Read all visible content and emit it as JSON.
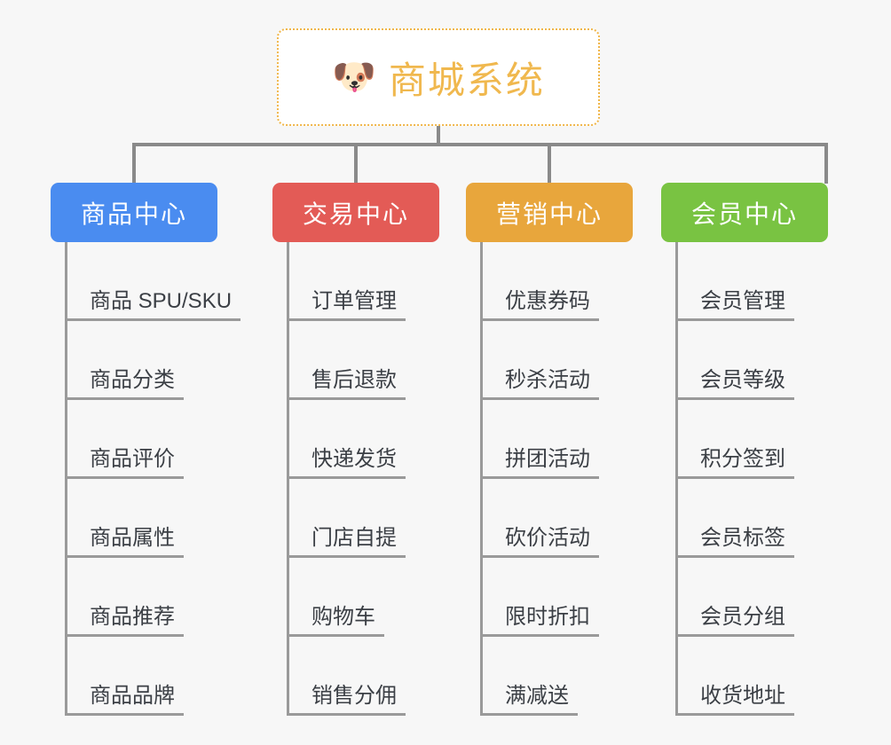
{
  "root": {
    "icon": "shiba-dog-emoji",
    "emoji": "🐶",
    "title": "商城系统",
    "border_color": "#f0b64a",
    "text_color": "#f0b84e"
  },
  "colors": {
    "background": "#f7f7f7",
    "connector": "#8a8a8a",
    "trunk": "#9a9a9a",
    "leaf_text": "#3b3f45"
  },
  "branches": [
    {
      "label": "商品中心",
      "color": "#4a8cf0",
      "items": [
        "商品 SPU/SKU",
        "商品分类",
        "商品评价",
        "商品属性",
        "商品推荐",
        "商品品牌"
      ]
    },
    {
      "label": "交易中心",
      "color": "#e35b56",
      "items": [
        "订单管理",
        "售后退款",
        "快递发货",
        "门店自提",
        "购物车",
        "销售分佣"
      ]
    },
    {
      "label": "营销中心",
      "color": "#e8a63c",
      "items": [
        "优惠券码",
        "秒杀活动",
        "拼团活动",
        "砍价活动",
        "限时折扣",
        "满减送"
      ]
    },
    {
      "label": "会员中心",
      "color": "#79c342",
      "items": [
        "会员管理",
        "会员等级",
        "积分签到",
        "会员标签",
        "会员分组",
        "收货地址"
      ]
    }
  ]
}
